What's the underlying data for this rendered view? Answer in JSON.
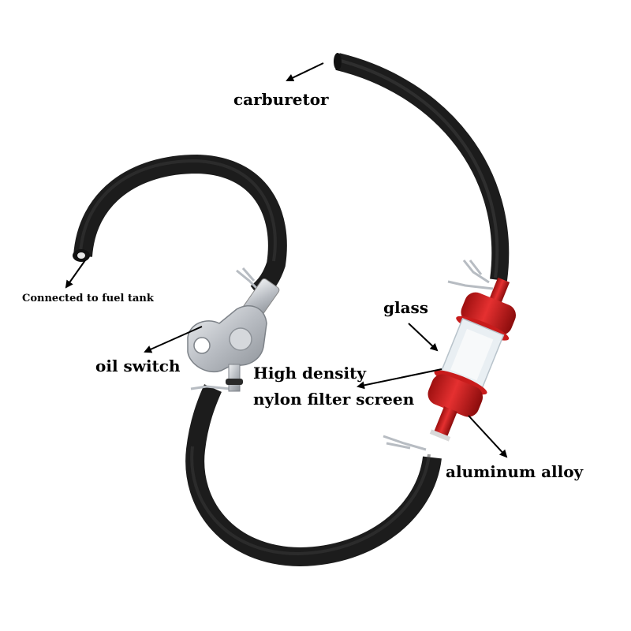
{
  "labels": {
    "carburetor": "carburetor",
    "connected_to_fuel_tank": "Connected to fuel tank",
    "glass": "glass",
    "oil_switch": "oil switch",
    "filter_screen_line1": "High density",
    "filter_screen_line2": "nylon filter screen",
    "aluminum_alloy": "aluminum alloy"
  },
  "colors": {
    "hose": "#1c1c1c",
    "filter_body": "#d61f1f",
    "filter_glass": "#e8eef2",
    "valve_metal": "#c9ccd1",
    "label_text": "#000000"
  },
  "icons": [
    "fuel-hose",
    "fuel-valve",
    "fuel-filter",
    "hose-clip",
    "arrow"
  ]
}
